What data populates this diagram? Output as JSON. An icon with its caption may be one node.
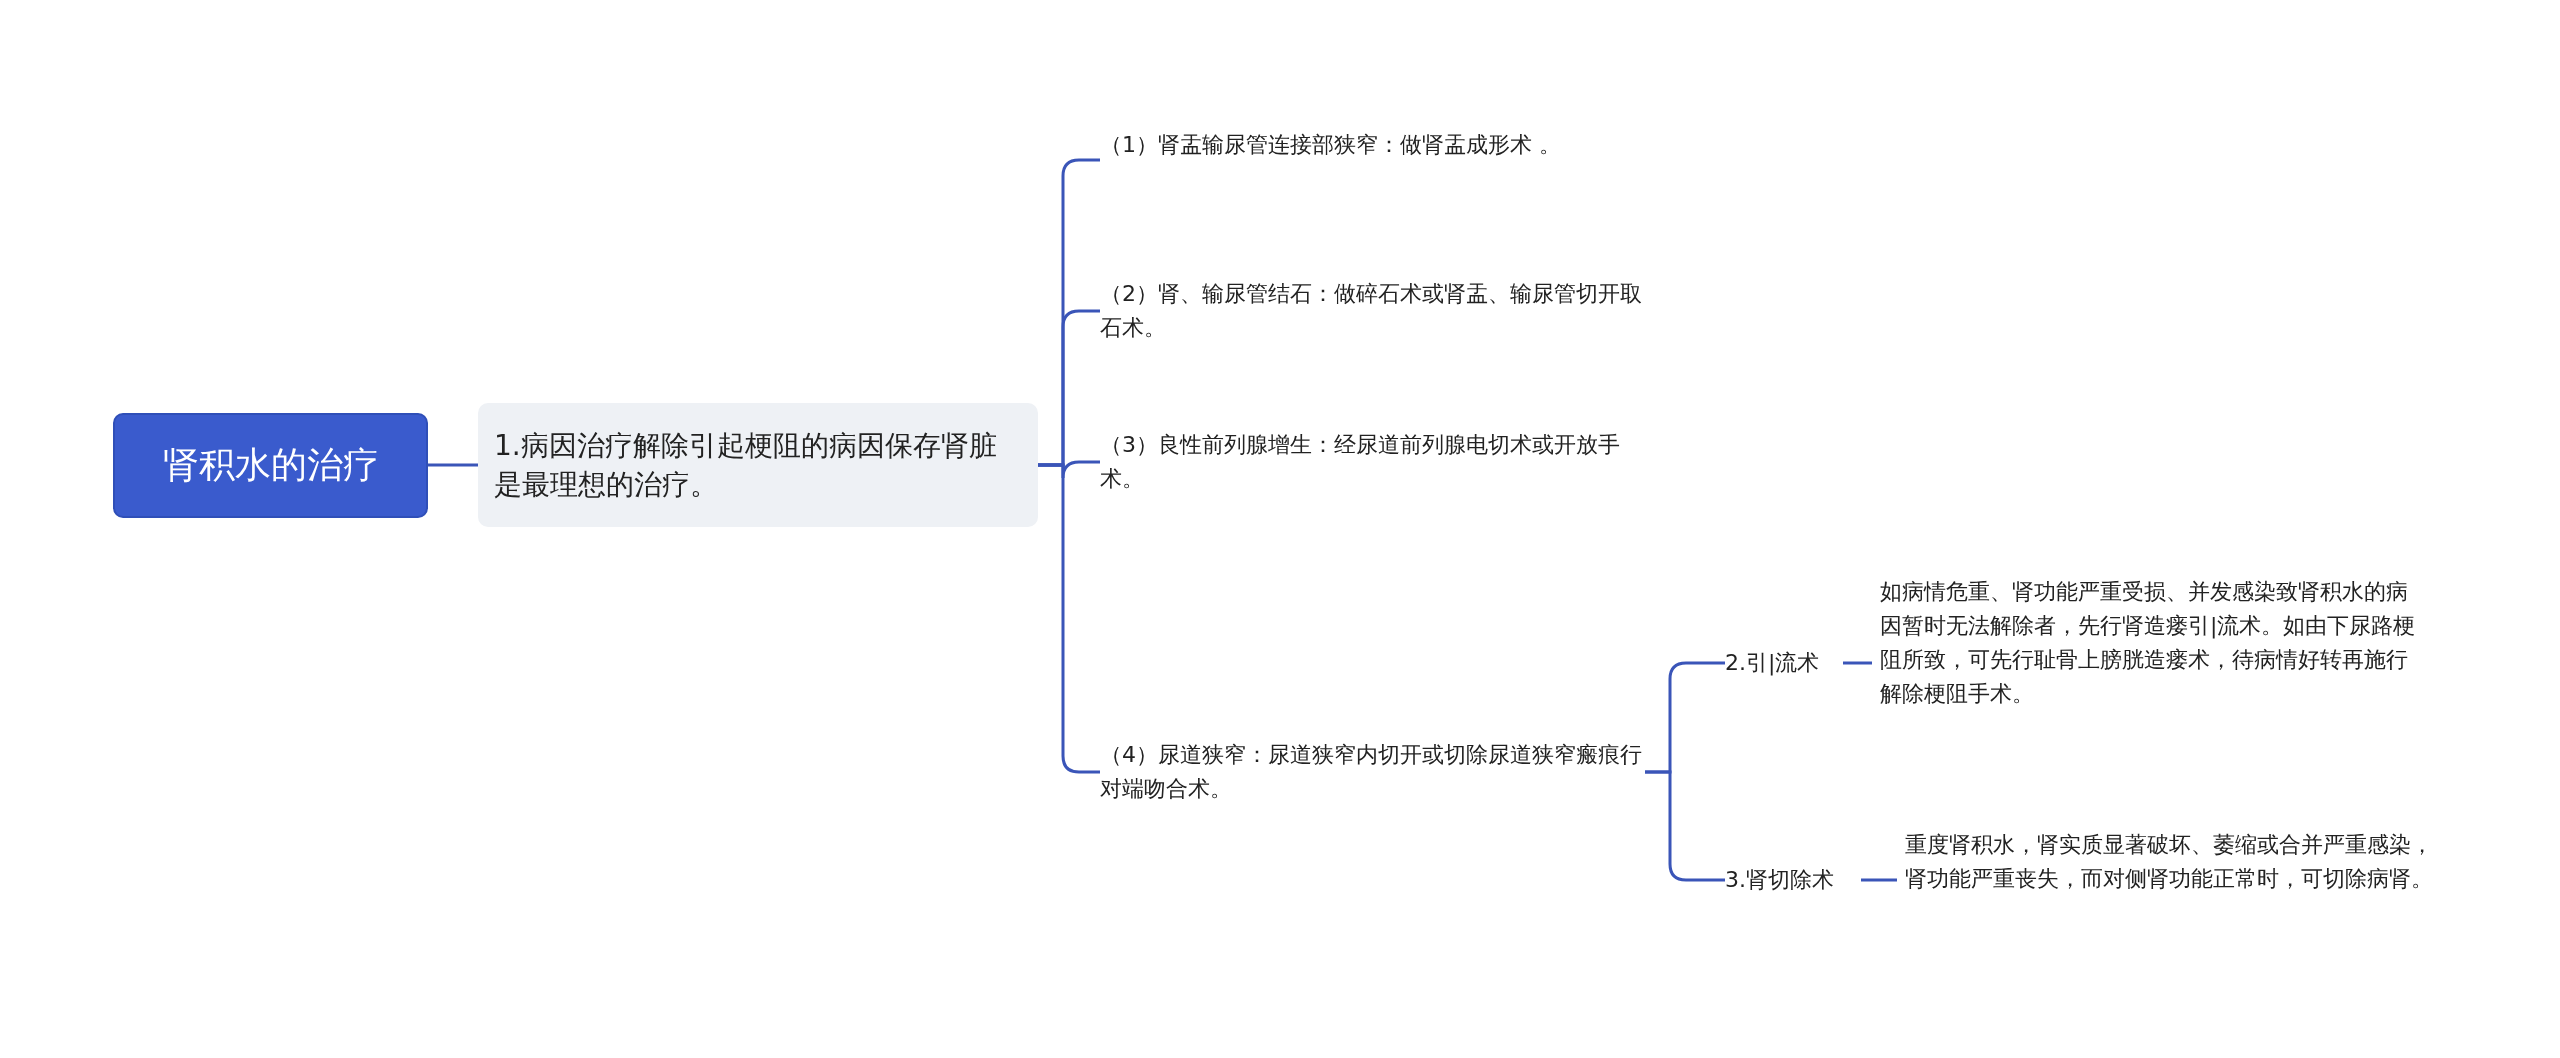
{
  "diagram": {
    "nodes": [
      {
        "text": [
          "肾积水的治疗"
        ]
      },
      {
        "text": [
          "1.病因治疗解除引起梗阻的病因保存肾脏是最理想的治疗。"
        ]
      },
      {
        "text": [
          "（1）肾盂输尿管连接部狭窄：做肾盂成形术 。"
        ]
      },
      {
        "text": [
          "（2）肾、输尿管结石：做碎石术或肾盂、输尿管切开取石术。"
        ]
      },
      {
        "text": [
          "（3）良性前列腺增生：经尿道前列腺电切术或开放手术。"
        ]
      },
      {
        "text": [
          "（4）尿道狭窄：尿道狭窄内切开或切除尿道狭窄瘢痕行对端吻合术。"
        ]
      },
      {
        "text": [
          "2.引|流术"
        ]
      },
      {
        "text": [
          "如病情危重、肾功能严重受损、并发感染致肾积水的病因暂时无法解除者，先行肾造瘘引|流术。如由下尿路梗阻所致，可先行耻骨上膀胱造瘘术，待病情好转再施行解除梗阻手术。"
        ]
      },
      {
        "text": [
          "3.肾切除术"
        ]
      },
      {
        "text": [
          "重度肾积水，肾实质显著破坏、萎缩或合并严重感染，肾功能严重丧失，而对侧肾功能正常时，可切除病肾。"
        ]
      }
    ],
    "edges": [
      {
        "from": 0,
        "to": 1,
        "arrow": "none"
      },
      {
        "from": 1,
        "to": 2,
        "arrow": "none"
      },
      {
        "from": 1,
        "to": 3,
        "arrow": "none"
      },
      {
        "from": 1,
        "to": 4,
        "arrow": "none"
      },
      {
        "from": 1,
        "to": 5,
        "arrow": "none"
      },
      {
        "from": 5,
        "to": 6,
        "arrow": "none"
      },
      {
        "from": 5,
        "to": 8,
        "arrow": "none"
      },
      {
        "from": 6,
        "to": 7,
        "arrow": "none"
      },
      {
        "from": 8,
        "to": 9,
        "arrow": "none"
      }
    ]
  }
}
